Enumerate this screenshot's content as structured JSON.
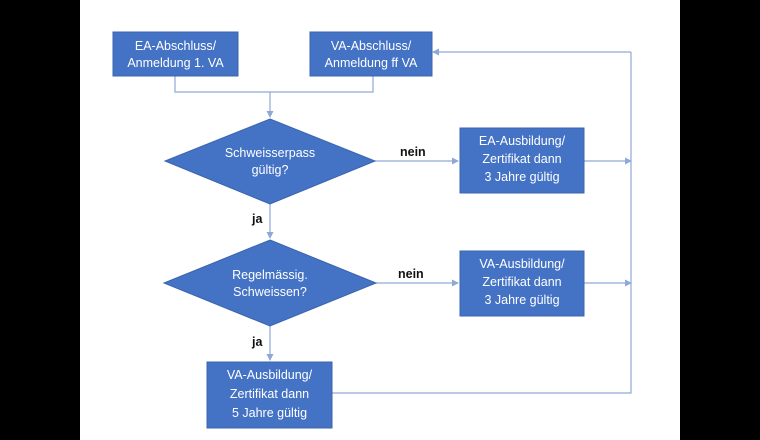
{
  "colors": {
    "shape_fill": "#4472c4",
    "connector": "#8fa9d6",
    "background": "#ffffff",
    "letterbox": "#000000"
  },
  "nodes": {
    "ea_abschluss": {
      "line1": "EA-Abschluss/",
      "line2": "Anmeldung 1. VA"
    },
    "va_abschluss": {
      "line1": "VA-Abschluss/",
      "line2": "Anmeldung ff VA"
    },
    "schweisserpass": {
      "line1": "Schweisserpass",
      "line2": "gültig?"
    },
    "regelmaessig": {
      "line1": "Regelmässig.",
      "line2": "Schweissen?"
    },
    "ea_ausbildung": {
      "line1": "EA-Ausbildung/",
      "line2": "Zertifikat dann",
      "line3": "3 Jahre gültig"
    },
    "va_ausbildung_3": {
      "line1": "VA-Ausbildung/",
      "line2": "Zertifikat dann",
      "line3": "3 Jahre gültig"
    },
    "va_ausbildung_5": {
      "line1": "VA-Ausbildung/",
      "line2": "Zertifikat dann",
      "line3": "5 Jahre gültig"
    }
  },
  "edges": {
    "pass_no": "nein",
    "pass_yes": "ja",
    "regular_no": "nein",
    "regular_yes": "ja"
  }
}
